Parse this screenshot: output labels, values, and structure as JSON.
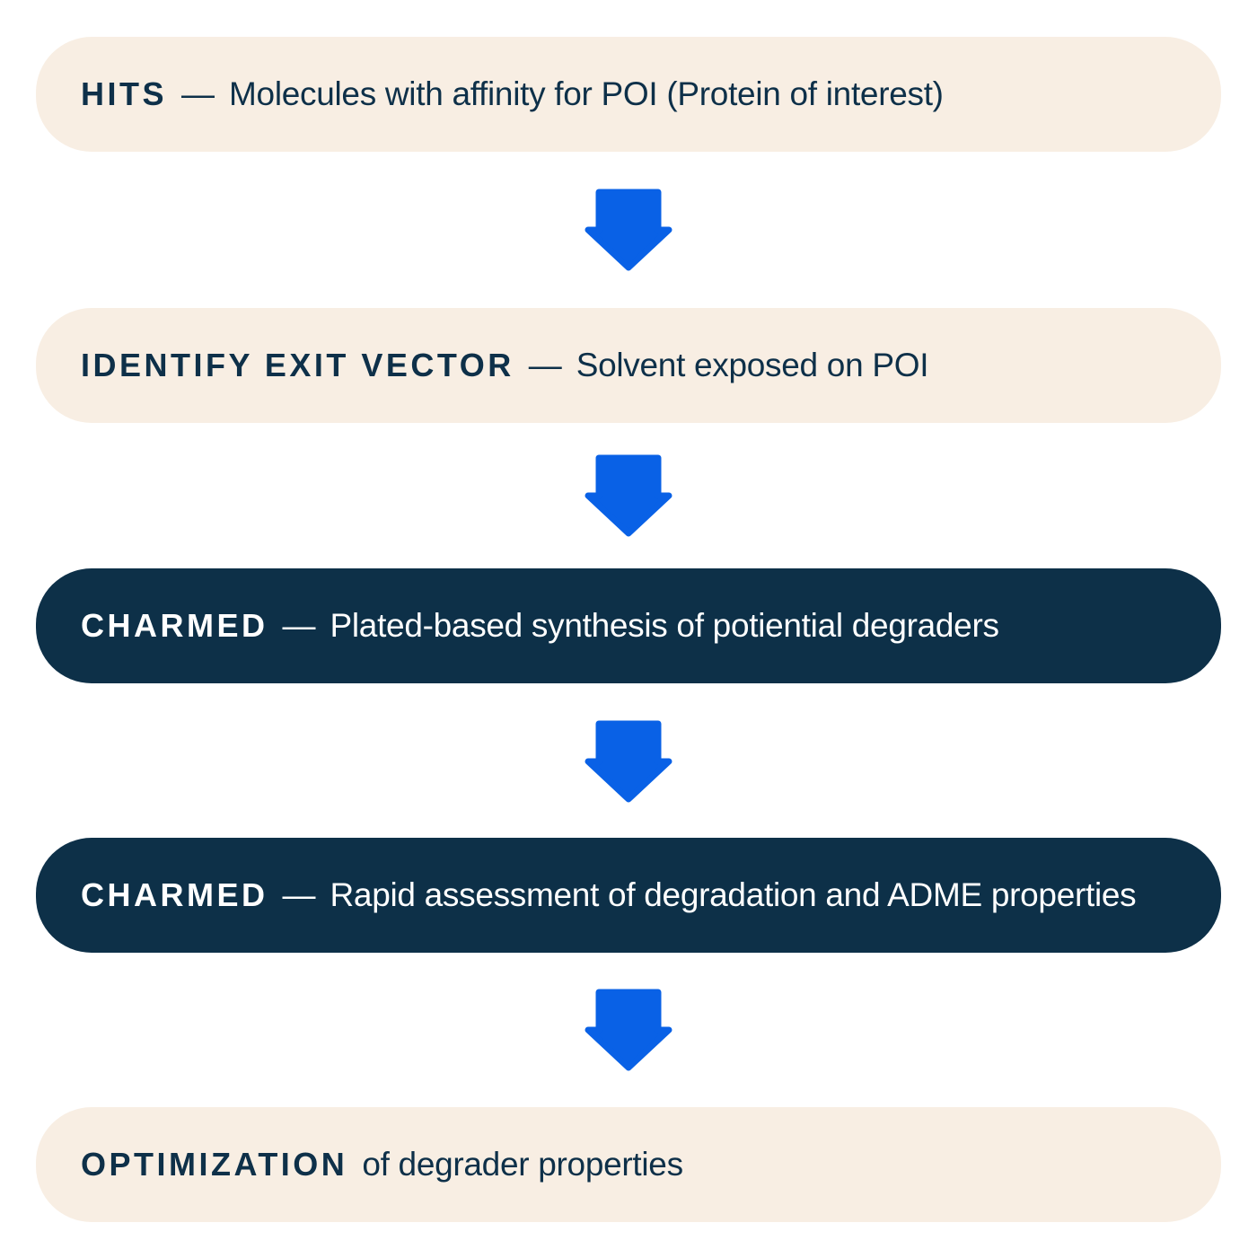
{
  "colors": {
    "background": "#ffffff",
    "box_light": "#f8eee3",
    "box_dark": "#0d3048",
    "text_dark": "#0e3049",
    "text_light": "#ffffff",
    "arrow_blue": "#0961e6"
  },
  "steps": [
    {
      "label": "HITS",
      "separator": "—",
      "description": "Molecules with affinity for POI (Protein of interest)",
      "variant": "light"
    },
    {
      "label": "IDENTIFY EXIT VECTOR",
      "separator": "—",
      "description": "Solvent exposed on POI",
      "variant": "light"
    },
    {
      "label": "CHARMED",
      "separator": "—",
      "description": "Plated-based synthesis of potiential degraders",
      "variant": "dark"
    },
    {
      "label": "CHARMED",
      "separator": "—",
      "description": "Rapid assessment of degradation and ADME properties",
      "variant": "dark"
    },
    {
      "label": "OPTIMIZATION",
      "separator": "",
      "description": "of degrader properties",
      "variant": "light"
    }
  ],
  "arrows": {
    "icon": "down-arrow",
    "count": 4
  }
}
